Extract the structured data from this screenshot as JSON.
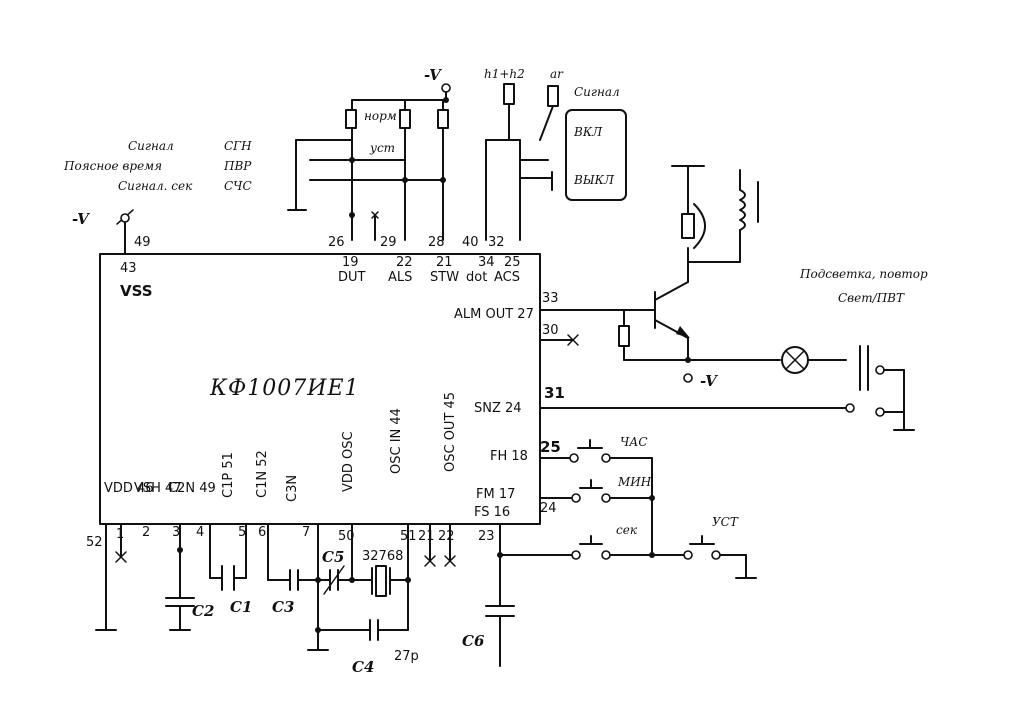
{
  "chip": {
    "name": "КФ1007ИЕ1",
    "vss_pin": "43",
    "vss_label": "VSS",
    "top_pins": [
      {
        "ext": "26",
        "int": "19",
        "label": "DUT"
      },
      {
        "ext": "29",
        "int": "22",
        "label": "ALS"
      },
      {
        "ext": "28",
        "int": "21",
        "label": "STW"
      },
      {
        "ext": "40",
        "int": "34",
        "label": "dot"
      },
      {
        "ext": "32",
        "int": "25",
        "label": "ACS"
      }
    ],
    "right_pins": [
      {
        "ext": "33",
        "label": "ALM OUT 27"
      },
      {
        "ext": "30",
        "label": ""
      },
      {
        "ext": "31",
        "label": "SNZ 24"
      },
      {
        "ext": "25",
        "label": "FH 18"
      },
      {
        "ext": "24",
        "label": "FM 17"
      },
      {
        "ext": "23",
        "label": "FS 16"
      }
    ],
    "bottom_labels": [
      "VDD 46",
      "VSH 47",
      "C2N 49",
      "C1P 51",
      "C1N 52",
      "C3N",
      "VDD OSC",
      "OSC IN 44",
      "OSC OUT 45"
    ],
    "bottom_pins": [
      "52",
      "1",
      "2",
      "3",
      "4",
      "5",
      "6",
      "7",
      "50",
      "51",
      "21",
      "22",
      "23"
    ]
  },
  "supply": {
    "minus_v_left": "-V",
    "pin_49": "49",
    "minus_v_top": "-V",
    "minus_v_transistor": "-V"
  },
  "left_notes": [
    {
      "text": "Сигнал",
      "code": "СГН"
    },
    {
      "text": "Поясное время",
      "code": "ПВР"
    },
    {
      "text": "Сигнал. сек",
      "code": "СЧС"
    }
  ],
  "top_switch": {
    "norm": "норм",
    "set": "уст"
  },
  "mode_switch": {
    "h1h2": "h1+h2",
    "ar": "ar",
    "signal": "Сигнал",
    "on": "ВКЛ",
    "off": "ВЫКЛ"
  },
  "backlight": {
    "line1": "Подсветка, повтор",
    "line2": "Свет/ПВТ"
  },
  "buttons": {
    "hours": "ЧАС",
    "minutes": "МИН",
    "seconds": "сек",
    "set": "УСТ"
  },
  "components": {
    "c1": "C1",
    "c2": "C2",
    "c3": "C3",
    "c4": "C4",
    "c5": "C5",
    "c6": "C6",
    "crystal": "32768",
    "c4_value": "27p"
  }
}
